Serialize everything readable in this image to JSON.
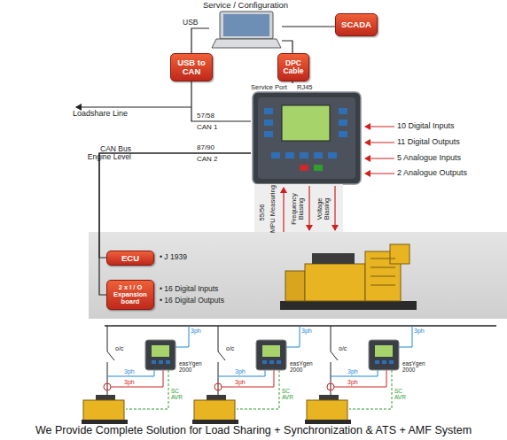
{
  "diagram": {
    "caption": "We Provide Complete Solution for Load Sharing + Synchronization & ATS + AMF System",
    "nodes": [
      {
        "text": [
          "Service / Configuration"
        ]
      },
      {
        "text": [
          "SCADA"
        ]
      },
      {
        "text": [
          "USB to CAN"
        ]
      },
      {
        "text": [
          "DPC Cable"
        ]
      },
      {
        "text": [
          "Service Port",
          "RJ45"
        ]
      },
      {
        "text": [
          "ECU"
        ]
      },
      {
        "text": [
          "2 x I / O Expansion board"
        ]
      }
    ],
    "edges": [
      {
        "from": 0,
        "to": 1,
        "arrow": "none"
      },
      {
        "from": 0,
        "to": 2,
        "arrow": "none"
      },
      {
        "from": 0,
        "to": 3,
        "arrow": "none"
      },
      {
        "from": 3,
        "to": 4,
        "arrow": "none"
      },
      {
        "from": 2,
        "to": 4,
        "arrow": "none"
      },
      {
        "from": 4,
        "to": 5,
        "arrow": "none"
      },
      {
        "from": 4,
        "to": 6,
        "arrow": "none"
      }
    ],
    "labels": [
      "USB",
      "Loadshare Line",
      "57/58",
      "CAN 1",
      "CAN Bus Engine Level",
      "87/90",
      "CAN 2",
      "10 Digital Inputs",
      "11 Digital Outputs",
      "5 Analogue Inputs",
      "2 Analogue Outputs",
      "55/56",
      "MPU Measuring",
      "Frequency Biasing",
      "Voltage Biasing",
      "• J 1939",
      "• 16 Digital Inputs",
      "• 16 Digital Outputs",
      "3ph",
      "o/c",
      "3ph",
      "3ph",
      "SC AVR",
      "easYgen 2000",
      "3ph",
      "o/c",
      "3ph",
      "3ph",
      "SC AVR",
      "easYgen 2000",
      "3ph",
      "o/c",
      "3ph",
      "3ph",
      "SC AVR",
      "easYgen 2000"
    ]
  }
}
